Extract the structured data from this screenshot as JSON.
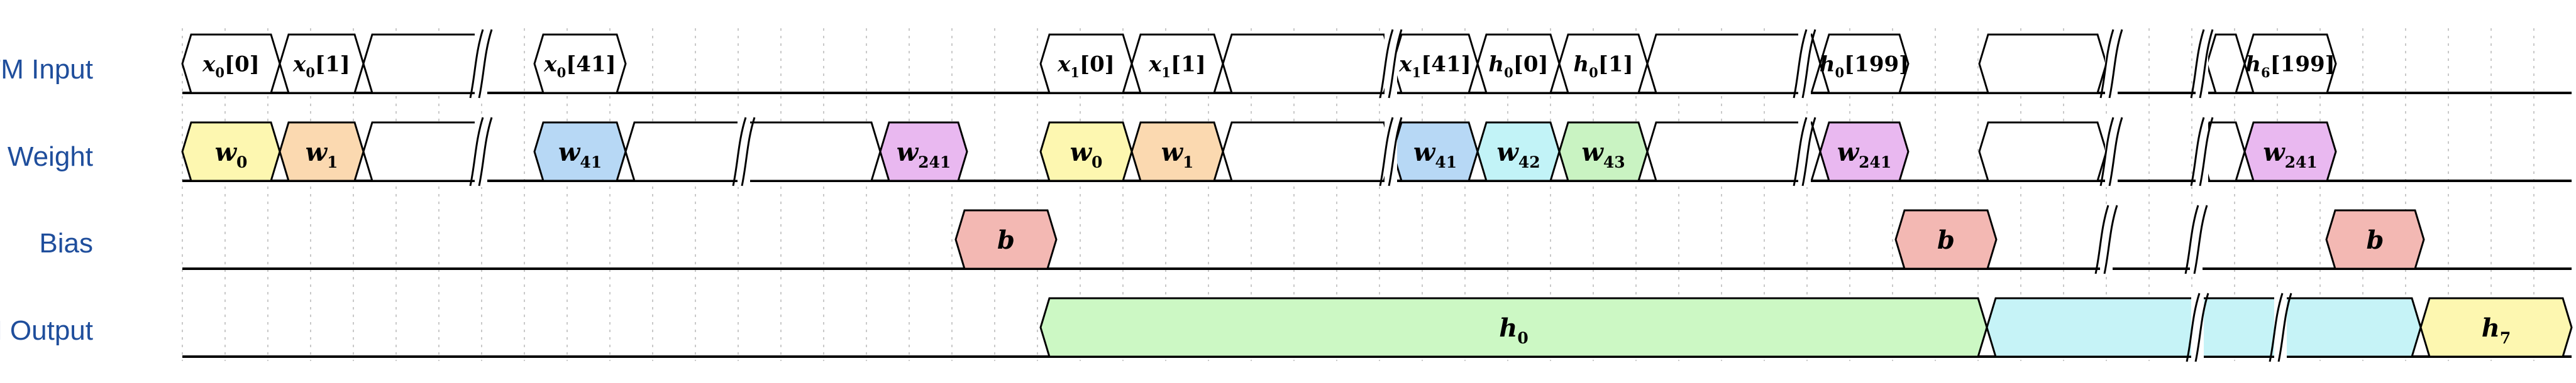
{
  "rows": [
    {
      "id": "lstm-input",
      "label": "LSTM Input",
      "cells": [
        {
          "base": "x",
          "sub": "0",
          "idx": "0"
        },
        {
          "base": "x",
          "sub": "0",
          "idx": "1"
        },
        {
          "blank": true
        },
        {
          "base": "x",
          "sub": "0",
          "idx": "41"
        },
        {
          "base": "x",
          "sub": "1",
          "idx": "0"
        },
        {
          "base": "x",
          "sub": "1",
          "idx": "1"
        },
        {
          "blank": true
        },
        {
          "base": "x",
          "sub": "1",
          "idx": "41"
        },
        {
          "base": "h",
          "sub": "0",
          "idx": "0"
        },
        {
          "base": "h",
          "sub": "0",
          "idx": "1"
        },
        {
          "blank": true
        },
        {
          "base": "h",
          "sub": "0",
          "idx": "199"
        },
        {
          "blank": true
        },
        {
          "blank": true
        },
        {
          "base": "h",
          "sub": "6",
          "idx": "199"
        }
      ]
    },
    {
      "id": "weight",
      "label": "Weight",
      "cells": [
        {
          "base": "w",
          "sub": "0",
          "color": "#fdf7b0"
        },
        {
          "base": "w",
          "sub": "1",
          "color": "#fbd9b0"
        },
        {
          "blank": true
        },
        {
          "base": "w",
          "sub": "41",
          "color": "#b7d8f5"
        },
        {
          "blank": true
        },
        {
          "base": "w",
          "sub": "241",
          "color": "#e9b8f0"
        },
        {
          "base": "w",
          "sub": "0",
          "color": "#fdf7b0"
        },
        {
          "base": "w",
          "sub": "1",
          "color": "#fbd9b0"
        },
        {
          "blank": true
        },
        {
          "base": "w",
          "sub": "41",
          "color": "#b7d8f5"
        },
        {
          "base": "w",
          "sub": "42",
          "color": "#c2f3f7"
        },
        {
          "base": "w",
          "sub": "43",
          "color": "#c9f3c2"
        },
        {
          "blank": true
        },
        {
          "base": "w",
          "sub": "241",
          "color": "#e9b8f0"
        },
        {
          "blank": true
        },
        {
          "blank": true
        },
        {
          "base": "w",
          "sub": "241",
          "color": "#e9b8f0"
        }
      ]
    },
    {
      "id": "bias",
      "label": "Bias",
      "cells": [
        {
          "base": "b",
          "color": "#f3b8b3"
        },
        {
          "base": "b",
          "color": "#f3b8b3"
        },
        {
          "base": "b",
          "color": "#f3b8b3"
        }
      ]
    },
    {
      "id": "lstm-output",
      "label": "LSTM Output",
      "cells": [
        {
          "base": "h",
          "sub": "0",
          "color": "#ccf8c4"
        },
        {
          "blank": true,
          "color": "#c6f3f7"
        },
        {
          "base": "h",
          "sub": "7",
          "color": "#fdf7b0"
        }
      ]
    }
  ]
}
